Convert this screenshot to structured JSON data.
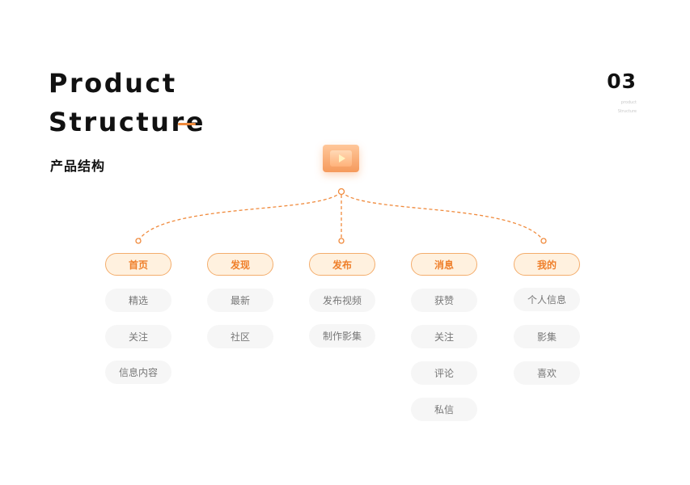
{
  "header": {
    "title_line1": "Product",
    "title_line2": "Structure",
    "subtitle_cn": "产品结构",
    "page_number": "03",
    "page_caption_1": "product",
    "page_caption_2": "Structure"
  },
  "colors": {
    "accent": "#f08a3c",
    "node_fill": "#fff1df",
    "node_text": "#ef7f2a",
    "sub_fill": "#f6f6f6"
  },
  "root_icon": "play-icon",
  "tree": {
    "nodes": [
      {
        "label": "首页",
        "children": [
          "精选",
          "关注",
          "信息内容"
        ]
      },
      {
        "label": "发现",
        "children": [
          "最新",
          "社区"
        ]
      },
      {
        "label": "发布",
        "children": [
          "发布视频",
          "制作影集"
        ]
      },
      {
        "label": "消息",
        "children": [
          "获赞",
          "关注",
          "评论",
          "私信"
        ]
      },
      {
        "label": "我的",
        "children": [
          "个人信息",
          "影集",
          "喜欢"
        ]
      }
    ]
  }
}
